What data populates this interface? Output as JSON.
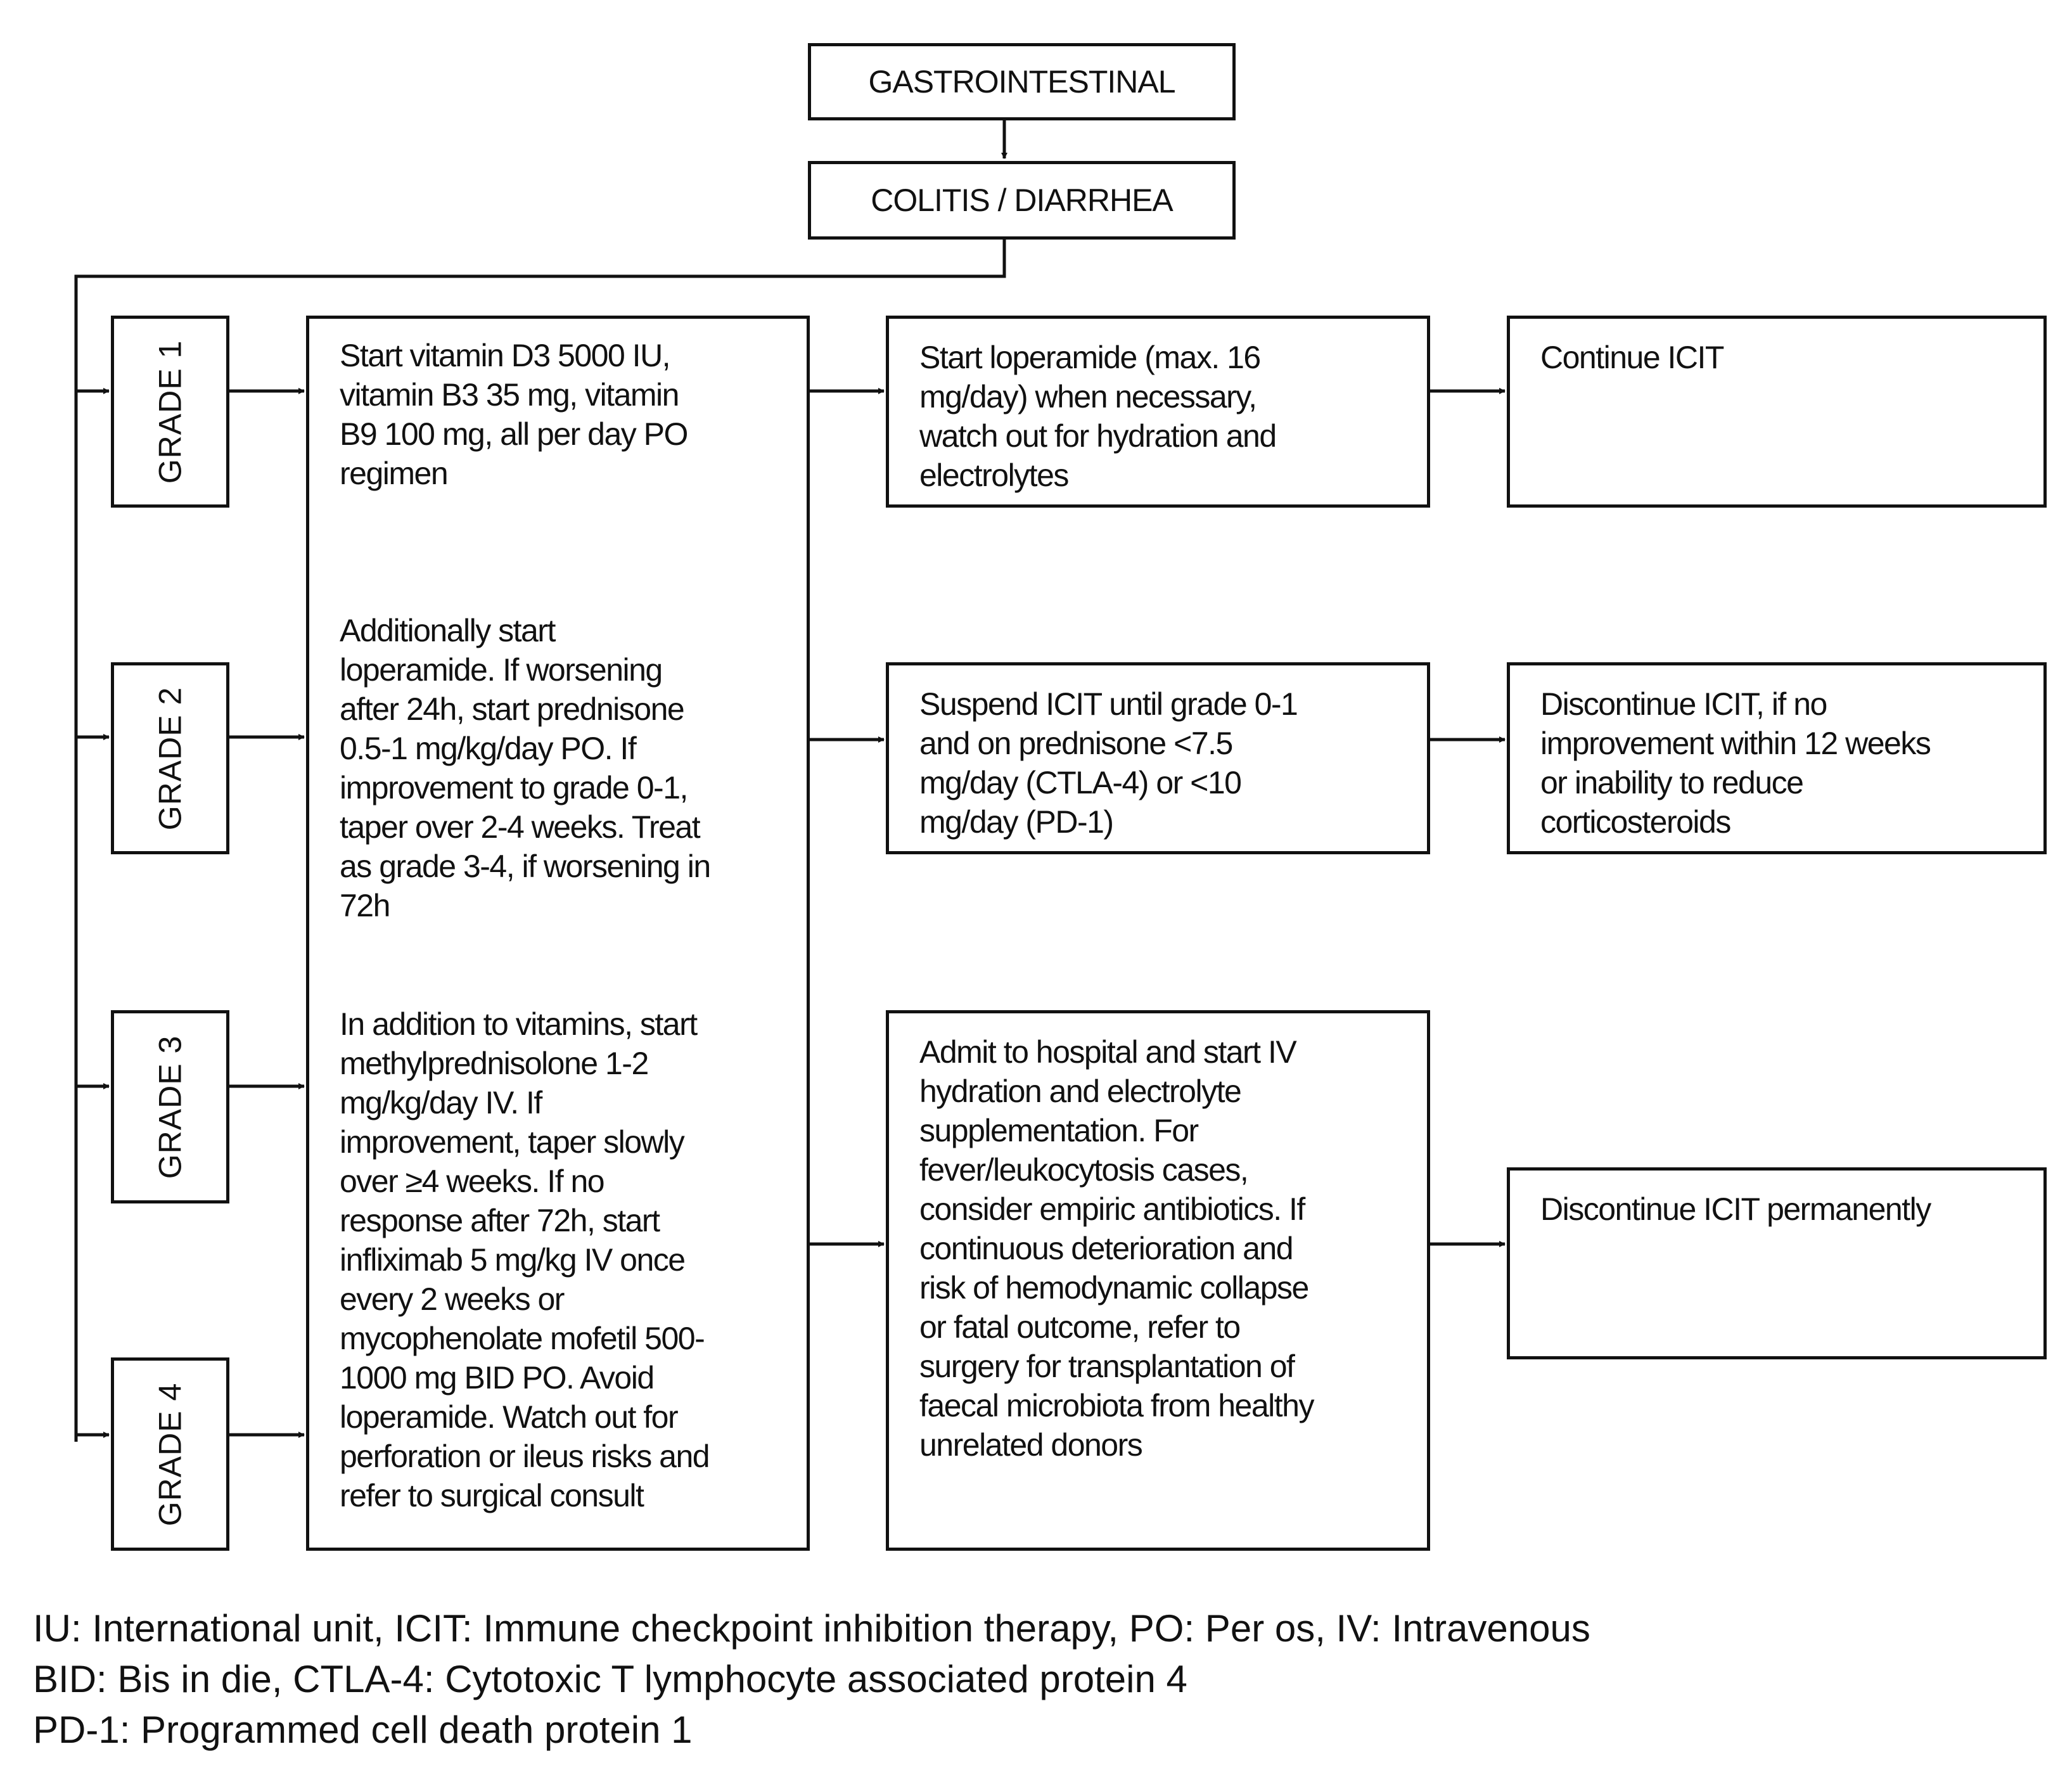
{
  "flowchart": {
    "root": "GASTROINTESTINAL",
    "condition": "COLITIS / DIARRHEA",
    "grades": [
      "GRADE 1",
      "GRADE 2",
      "GRADE 3",
      "GRADE 4"
    ],
    "treatment": {
      "grade1": "Start vitamin D3 5000 IU,\nvitamin B3 35 mg, vitamin\nB9 100 mg, all per day PO\nregimen",
      "grade2": "Additionally start\nloperamide. If worsening\nafter 24h, start prednisone\n0.5-1 mg/kg/day PO. If\nimprovement to grade 0-1,\ntaper over 2-4 weeks. Treat\nas grade 3-4, if worsening in\n72h",
      "grade34": "In addition to vitamins, start\nmethylprednisolone 1-2\nmg/kg/day IV. If\nimprovement, taper slowly\nover ≥4 weeks. If no\nresponse after 72h, start\ninfliximab 5 mg/kg IV once\nevery 2 weeks or\nmycophenolate mofetil 500-\n1000 mg BID PO. Avoid\nloperamide. Watch out for\nperforation or ileus risks and\nrefer to surgical consult"
    },
    "supportive": {
      "grade1": "Start loperamide (max. 16\nmg/day) when necessary,\nwatch out for hydration and\nelectrolytes",
      "grade2": "Suspend ICIT until grade 0-1\nand on prednisone <7.5\nmg/day (CTLA-4) or <10\nmg/day (PD-1)",
      "grade34": "Admit to hospital and start IV\nhydration and electrolyte\nsupplementation. For\nfever/leukocytosis cases,\nconsider empiric antibiotics. If\ncontinuous deterioration and\nrisk of hemodynamic collapse\nor fatal outcome, refer to\nsurgery for transplantation of\nfaecal microbiota from healthy\nunrelated donors"
    },
    "outcome": {
      "grade1": "Continue ICIT",
      "grade2": "Discontinue ICIT, if no\nimprovement within 12 weeks\nor inability to reduce\ncorticosteroids",
      "grade34": "Discontinue ICIT permanently"
    }
  },
  "legend": [
    "IU: International unit, ICIT: Immune checkpoint inhibition therapy, PO: Per os, IV: Intravenous",
    "BID: Bis in die, CTLA-4: Cytotoxic T lymphocyte associated protein 4",
    "PD-1: Programmed cell death protein 1"
  ]
}
